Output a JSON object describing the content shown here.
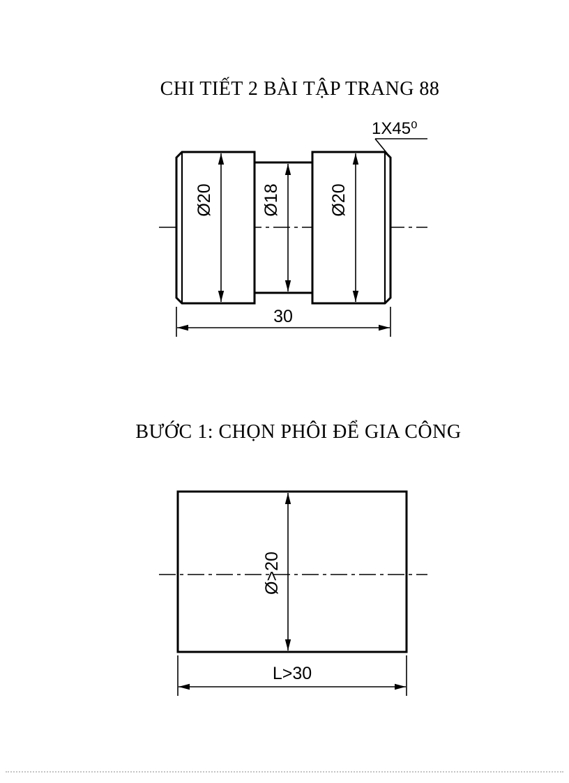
{
  "titles": {
    "part": "CHI TIẾT 2 BÀI TẬP TRANG 88",
    "step1": "BƯỚC 1: CHỌN PHÔI ĐỂ GIA CÔNG"
  },
  "part_drawing": {
    "chamfer_label": "1X45⁰",
    "left_diameter": "Ø20",
    "middle_diameter": "Ø18",
    "right_diameter": "Ø20",
    "length": "30"
  },
  "blank_drawing": {
    "diameter": "Ø>20",
    "length": "L>30"
  },
  "colors": {
    "line": "#000000",
    "background": "#ffffff"
  }
}
